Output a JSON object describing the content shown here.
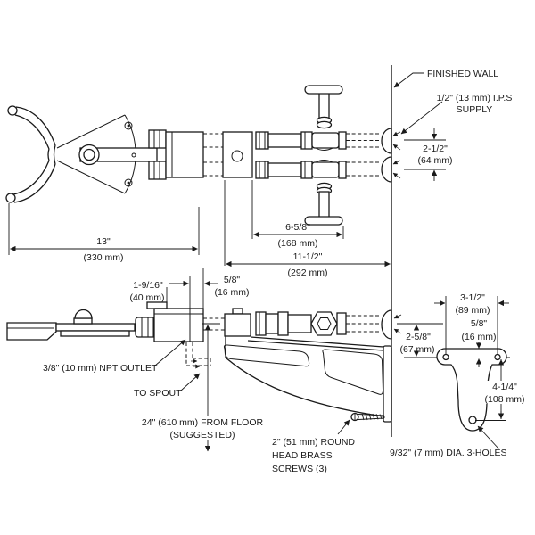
{
  "callouts": {
    "finished_wall": "FINISHED WALL",
    "ips_supply_line1": "1/2\" (13 mm) I.P.S",
    "ips_supply_line2": "SUPPLY",
    "npt_outlet": "3/8\" (10 mm) NPT OUTLET",
    "to_spout": "TO SPOUT",
    "from_floor_line1": "24\" (610 mm) FROM FLOOR",
    "from_floor_line2": "(SUGGESTED)",
    "screws_line1": "2\" (51 mm) ROUND",
    "screws_line2": "HEAD BRASS",
    "screws_line3": "SCREWS (3)",
    "holes": "9/32\" (7 mm) DIA. 3-HOLES"
  },
  "dims": {
    "length13": {
      "in": "13\"",
      "mm": "(330 mm)"
    },
    "spread658": {
      "in": "6-5/8\"",
      "mm": "(168 mm)"
    },
    "depth1112": {
      "in": "11-1/2\"",
      "mm": "(292 mm)"
    },
    "supply212": {
      "in": "2-1/2\"",
      "mm": "(64 mm)"
    },
    "offset1916": {
      "in": "1-9/16\"",
      "mm": "(40 mm)"
    },
    "face58": {
      "in": "5/8\"",
      "mm": "(16 mm)"
    },
    "holes312": {
      "in": "3-1/2\"",
      "mm": "(89 mm)"
    },
    "edge58": {
      "in": "5/8\"",
      "mm": "(16 mm)"
    },
    "drop258": {
      "in": "2-5/8\"",
      "mm": "(67 mm)"
    },
    "vert414": {
      "in": "4-1/4\"",
      "mm": "(108 mm)"
    }
  },
  "colors": {
    "line": "#1a1a1a",
    "background": "#ffffff"
  }
}
